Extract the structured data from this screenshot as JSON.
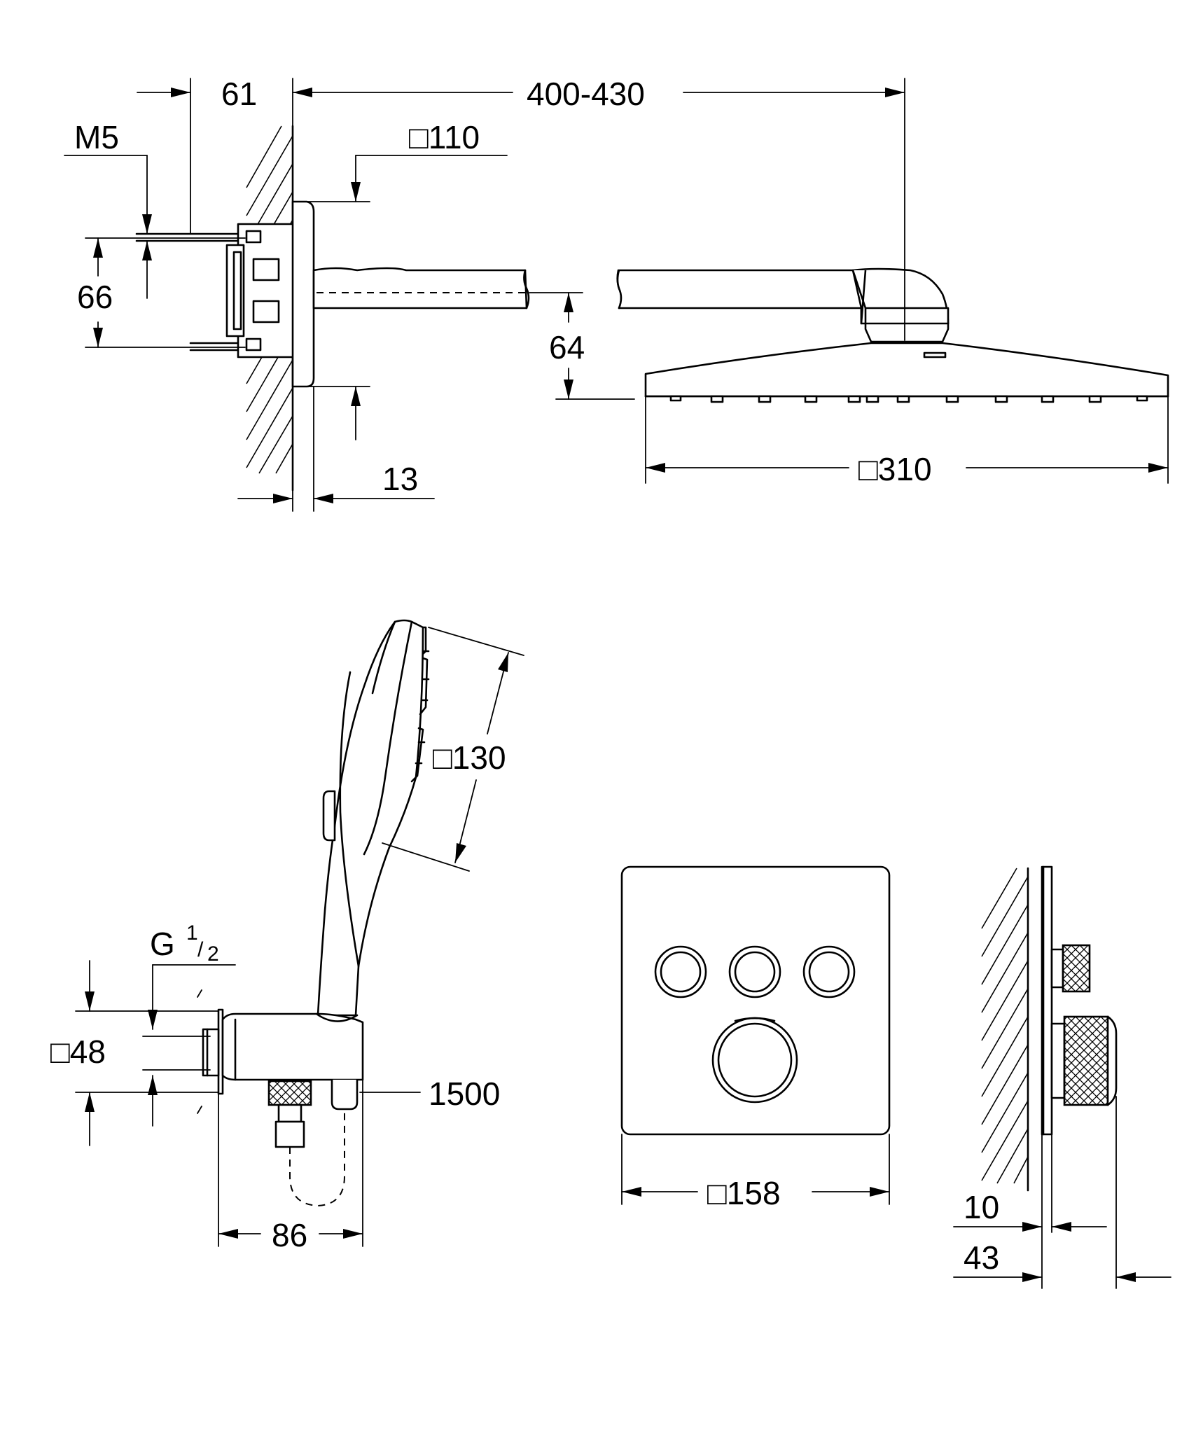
{
  "dimensions": {
    "wall_depth": "61",
    "arm_length": "400-430",
    "thread": "M5",
    "flange": "□110",
    "bracket_height": "66",
    "head_height": "64",
    "rosette_depth": "13",
    "head_size": "□310",
    "hand_shower": "□130",
    "outlet_thread_main": "G",
    "outlet_thread_num": "1",
    "outlet_thread_den": "2",
    "outlet_plate": "□48",
    "hose_length": "1500",
    "outlet_depth": "86",
    "control_plate": "□158",
    "plate_thickness": "10",
    "control_depth": "43"
  },
  "colors": {
    "line": "#000000",
    "background": "#ffffff"
  }
}
